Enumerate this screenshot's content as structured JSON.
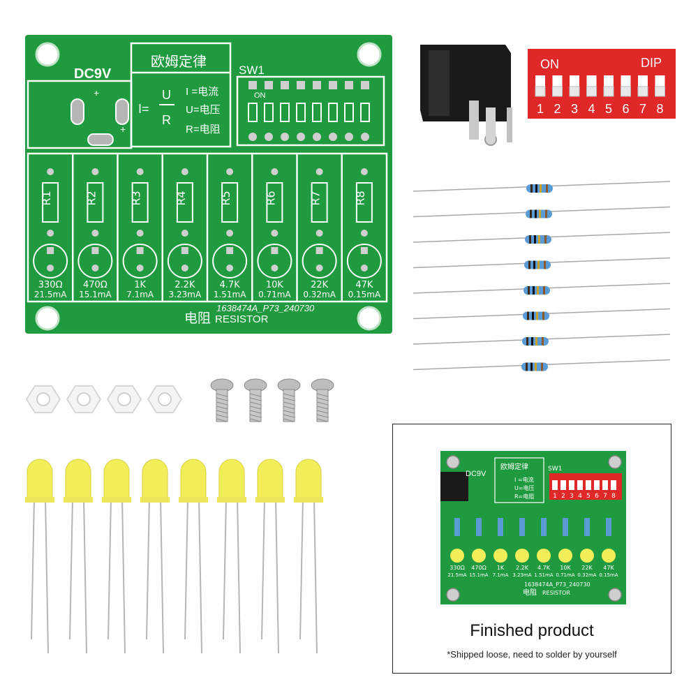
{
  "board": {
    "power_label": "DC9V",
    "formula_title": "欧姆定律",
    "formula_left": "I=",
    "formula_num": "U",
    "formula_den": "R",
    "legend": [
      "I =电流",
      "U=电压",
      "R=电阻"
    ],
    "switch_label": "SW1",
    "switch_on": "ON",
    "resistors": [
      "R1",
      "R2",
      "R3",
      "R4",
      "R5",
      "R6",
      "R7",
      "R8"
    ],
    "values": [
      "330Ω",
      "470Ω",
      "1K",
      "2.2K",
      "4.7K",
      "10K",
      "22K",
      "47K"
    ],
    "currents": [
      "21.5mA",
      "15.1mA",
      "7.1mA",
      "3.23mA",
      "1.51mA",
      "0.71mA",
      "0.32mA",
      "0.15mA"
    ],
    "part_number": "1638474A_P73_240730",
    "name_cn": "电阻",
    "name_en": "RESISTOR",
    "colors": {
      "pcb": "#1f9a3f",
      "dip": "#e02828",
      "led": "#f2ee5a"
    }
  },
  "dip_switch": {
    "on_label": "ON",
    "brand": "DIP",
    "numbers": [
      "1",
      "2",
      "3",
      "4",
      "5",
      "6",
      "7",
      "8"
    ]
  },
  "finished": {
    "title": "Finished product",
    "note": "*Shipped loose, need to solder by yourself",
    "power_label": "DC9V",
    "formula_title": "欧姆定律",
    "legend": [
      "I =电流",
      "U=电压",
      "R=电阻"
    ],
    "switch_label": "SW1",
    "values": [
      "330Ω",
      "470Ω",
      "1K",
      "2.2K",
      "4.7K",
      "10K",
      "22K",
      "47K"
    ],
    "currents": [
      "21.5mA",
      "15.1mA",
      "7.1mA",
      "3.23mA",
      "1.51mA",
      "0.71mA",
      "0.32mA",
      "0.15mA"
    ],
    "part_number": "1638474A_P73_240730",
    "name_cn": "电阻",
    "name_en": "RESISTOR"
  }
}
